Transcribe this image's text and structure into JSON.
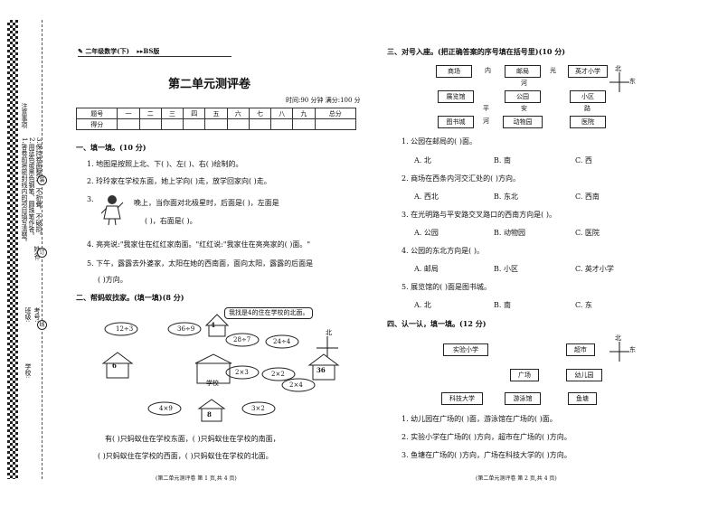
{
  "header": {
    "grade": "二年级数学(下)",
    "edition": "BS版",
    "title": "第二单元测评卷",
    "time_score": "时间:90 分钟  满分:100 分"
  },
  "sidebar": {
    "notes_title": "注意事项",
    "notes": [
      "1.答卷前将密封线内的项目填写清楚。",
      "2.用蓝色或黑色钢笔、圆珠笔作答。",
      "3.保持卷面整洁，不折叠，不破损。"
    ],
    "fields": [
      "学校:",
      "班级:",
      "姓名:",
      "考号:"
    ],
    "holes": [
      "装",
      "订",
      "线"
    ]
  },
  "score_table": {
    "row1": [
      "题号",
      "一",
      "二",
      "三",
      "四",
      "五",
      "六",
      "七",
      "八",
      "九",
      "总分"
    ],
    "row2_label": "得分"
  },
  "section1": {
    "title": "一、填一填。(10 分)",
    "items": [
      "1. 地图是按照上北、下(     )、左(     )、右(     )绘制的。",
      "2. 玲玲家在学校东面，她上学向(     )走，放学回家向(     )走。",
      "3.",
      "晚上，当你面对北极星时，后面是(     )，左面是",
      "(     )，右面是(     )。",
      "4. 亮亮说:\"我家住在红红家南面。\"红红说:\"我家住在亮亮家的(     )面。\"",
      "5. 下午，露露去外婆家，太阳在她的西南面，面向太阳，露露的后面是",
      "(     )方向。"
    ]
  },
  "section2": {
    "title": "二、帮蚂蚁找家。(填一填)(8 分)",
    "speech": "我找是4的住在学校的北面。",
    "north": "北",
    "houses": [
      "4",
      "6",
      "8",
      "36"
    ],
    "school": "学校",
    "exprs": [
      "12÷3",
      "36÷9",
      "28÷7",
      "24÷4",
      "2×3",
      "4×9",
      "3×2",
      "2×2",
      "2×4"
    ],
    "lines": [
      "有(     )只蚂蚁住在学校东面，(     )只蚂蚁住在学校的南面，",
      "(     )只蚂蚁住在学校的西面，(     )只蚂蚁住在学校的北面。"
    ]
  },
  "section3": {
    "title": "三、对号入座。(把正确答案的序号填在括号里)(10 分)",
    "map": {
      "boxes": [
        "商场",
        "邮局",
        "英才小学",
        "展览馆",
        "公园",
        "小区",
        "图书城",
        "动物园",
        "医院"
      ],
      "labels": [
        "内",
        "光",
        "河",
        "平",
        "安",
        "路",
        "河"
      ],
      "north": "北",
      "east": "东"
    },
    "questions": [
      {
        "q": "1. 公园在邮局的(     )面。",
        "opts": [
          "A. 北",
          "B. 南",
          "C. 西"
        ]
      },
      {
        "q": "2. 商场在西条内河交汇处的(     )方向。",
        "opts": [
          "A. 西北",
          "B. 东北",
          "C. 西南"
        ]
      },
      {
        "q": "3. 在光明路与平安路交叉路口的西南方向是(     )。",
        "opts": [
          "A. 公园",
          "B. 动物园",
          "C. 医院"
        ]
      },
      {
        "q": "4. 公园的东北方向是(     )。",
        "opts": [
          "A. 邮局",
          "B. 小区",
          "C. 英才小学"
        ]
      },
      {
        "q": "5. 展览馆的(     )面是图书城。",
        "opts": [
          "A. 北",
          "B. 南",
          "C. 东"
        ]
      }
    ]
  },
  "section4": {
    "title": "四、认一认，填一填。(12 分)",
    "boxes": [
      "实验小学",
      "超市",
      "广场",
      "幼儿园",
      "科技大学",
      "游泳馆",
      "鱼塘"
    ],
    "north": "北",
    "east": "东",
    "items": [
      "1. 幼儿园在广场的(     )面，游泳馆在广场的(     )面。",
      "2. 实验小学在广场的(          )方向，超市在广场的(          )方向。",
      "3. 鱼塘在广场的(          )方向，广场在科技大学的(          )方向。"
    ]
  },
  "footer": {
    "left": "(第二单元测评卷  第 1 页,共 4 页)",
    "right": "(第二单元测评卷  第 2 页,共 4 页)"
  }
}
